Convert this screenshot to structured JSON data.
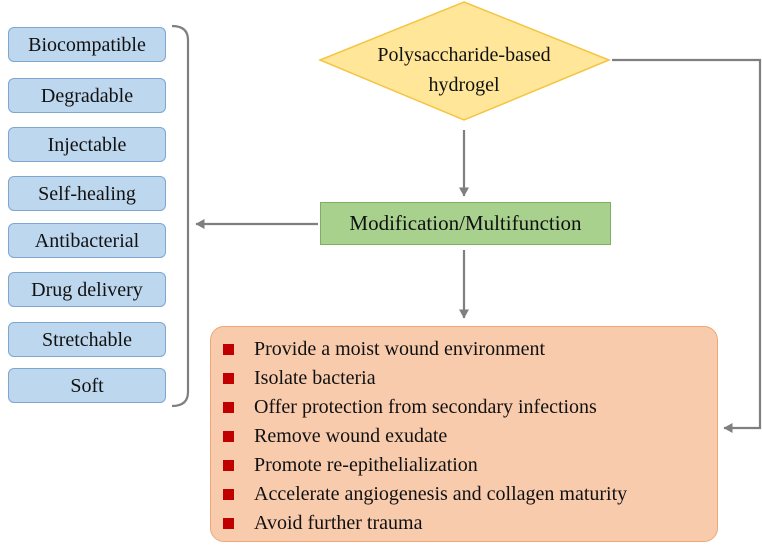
{
  "hydrogel": {
    "line1": "Polysaccharide-based",
    "line2": "hydrogel"
  },
  "modification": {
    "label": "Modification/Multifunction"
  },
  "properties": [
    "Biocompatible",
    "Degradable",
    "Injectable",
    "Self-healing",
    "Antibacterial",
    "Drug delivery",
    "Stretchable",
    "Soft"
  ],
  "functions": [
    "Provide a moist wound environment",
    "Isolate bacteria",
    "Offer protection from secondary infections",
    "Remove wound exudate",
    "Promote re-epithelialization",
    "Accelerate angiogenesis and collagen maturity",
    "Avoid further trauma"
  ],
  "colors": {
    "diamond_fill": "#ffe699",
    "diamond_stroke": "#f4c542",
    "property_fill": "#bdd7ee",
    "modification_fill": "#a9d18e",
    "functions_fill": "#f8cbad",
    "bullet": "#c00000",
    "connector": "#7f7f7f"
  }
}
